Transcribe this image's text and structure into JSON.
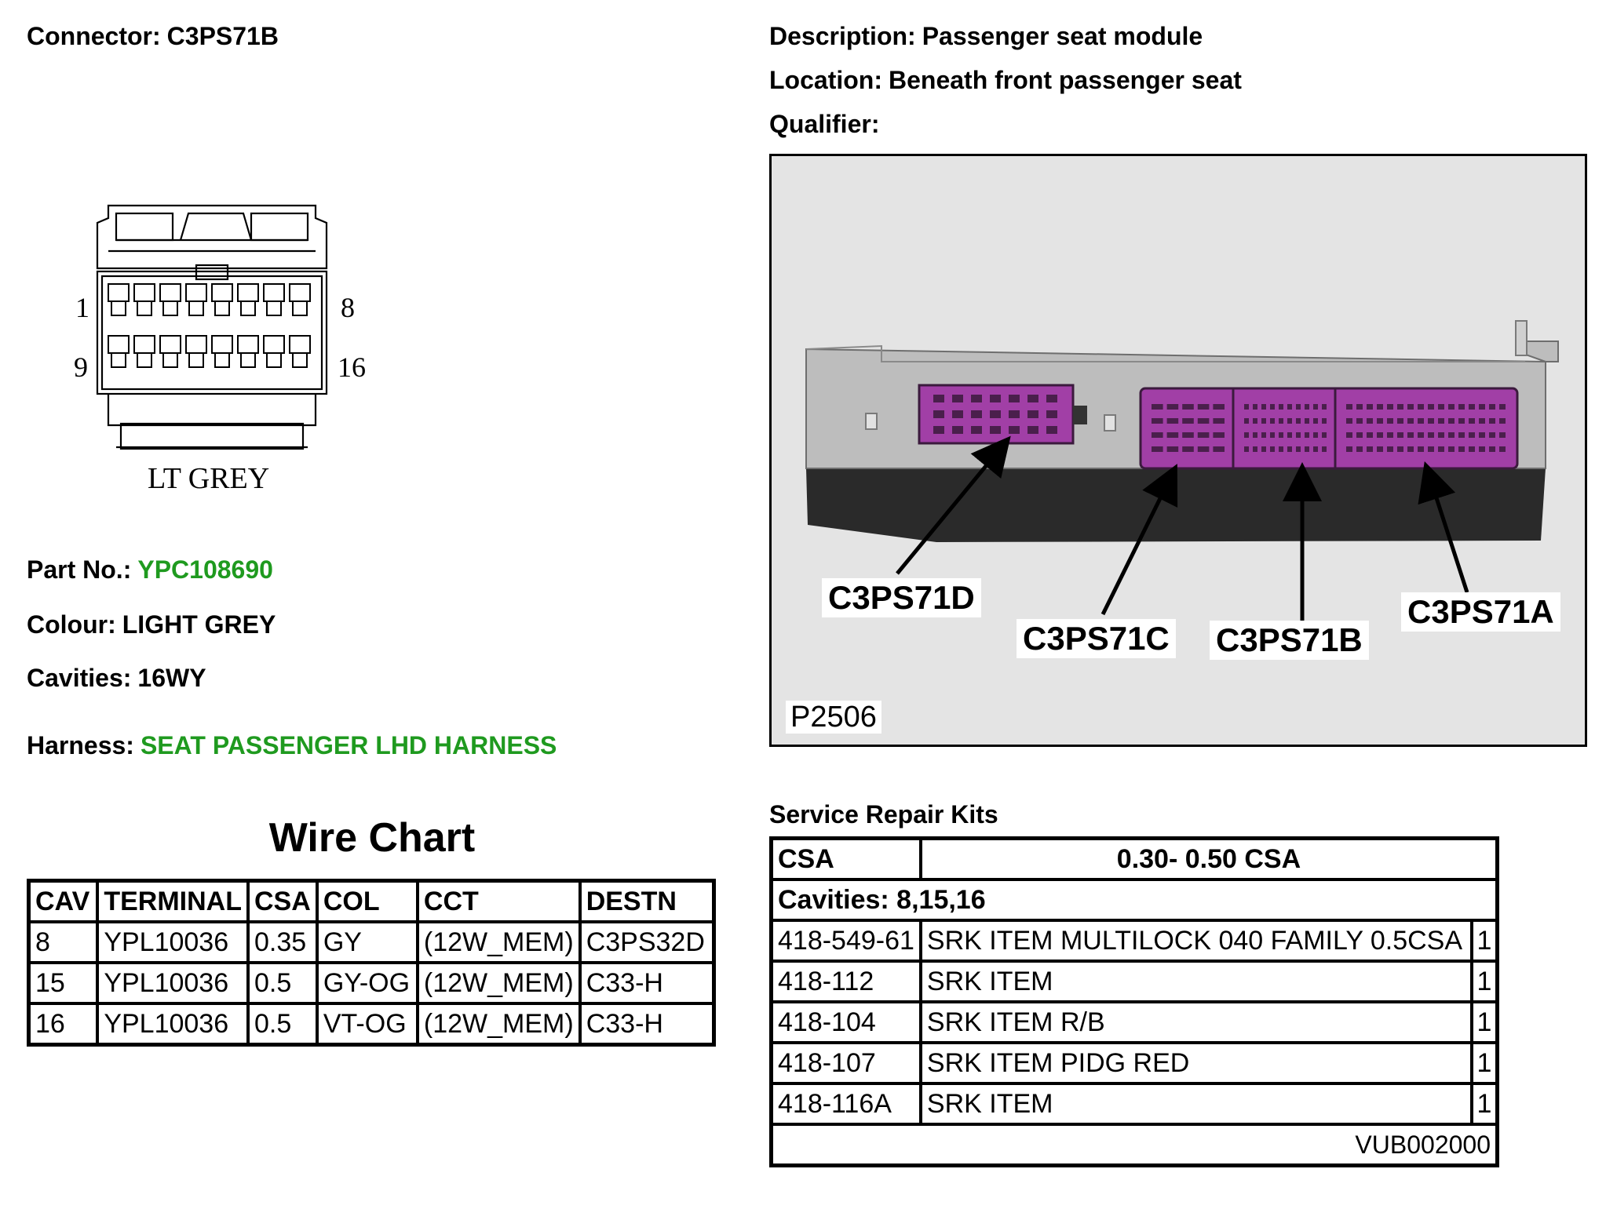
{
  "header": {
    "connector_label": "Connector:",
    "connector_value": "C3PS71B",
    "description_label": "Description:",
    "description_value": "Passenger seat module",
    "location_label": "Location:",
    "location_value": "Beneath front passenger seat",
    "qualifier_label": "Qualifier:",
    "qualifier_value": ""
  },
  "connector_diagram": {
    "pin_labels": [
      "1",
      "8",
      "9",
      "16"
    ],
    "colour_text": "LT GREY"
  },
  "details": {
    "part_label": "Part No.:",
    "part_value": "YPC108690",
    "colour_label": "Colour:",
    "colour_value": "LIGHT GREY",
    "cavities_label": "Cavities:",
    "cavities_value": "16WY",
    "harness_label": "Harness:",
    "harness_value": "SEAT PASSENGER LHD HARNESS"
  },
  "photo": {
    "callouts": [
      "C3PS71D",
      "C3PS71C",
      "C3PS71B",
      "C3PS71A"
    ],
    "figure_id": "P2506",
    "connector_color": "#a13fa6",
    "housing_color": "#bfbfbf",
    "base_color": "#2a2a2a"
  },
  "wire_chart": {
    "title": "Wire Chart",
    "headers": [
      "CAV",
      "TERMINAL",
      "CSA",
      "COL",
      "CCT",
      "DESTN"
    ],
    "rows": [
      [
        "8",
        "YPL10036",
        "0.35",
        "GY",
        "(12W_MEM)",
        "C3PS32D"
      ],
      [
        "15",
        "YPL10036",
        "0.5",
        "GY-OG",
        "(12W_MEM)",
        "C33-H"
      ],
      [
        "16",
        "YPL10036",
        "0.5",
        "VT-OG",
        "(12W_MEM)",
        "C33-H"
      ]
    ]
  },
  "service_kits": {
    "title": "Service Repair Kits",
    "csa_label": "CSA",
    "csa_value": "0.30- 0.50 CSA",
    "cavities_text": "Cavities: 8,15,16",
    "rows": [
      [
        "418-549-61",
        "SRK ITEM MULTILOCK 040 FAMILY 0.5CSA",
        "1"
      ],
      [
        "418-112",
        "SRK ITEM",
        "1"
      ],
      [
        "418-104",
        "SRK ITEM R/B",
        "1"
      ],
      [
        "418-107",
        "SRK ITEM PIDG RED",
        "1"
      ],
      [
        "418-116A",
        "SRK ITEM",
        "1"
      ]
    ],
    "reference": "VUB002000"
  },
  "colors": {
    "accent_green": "#1f9a1f"
  }
}
